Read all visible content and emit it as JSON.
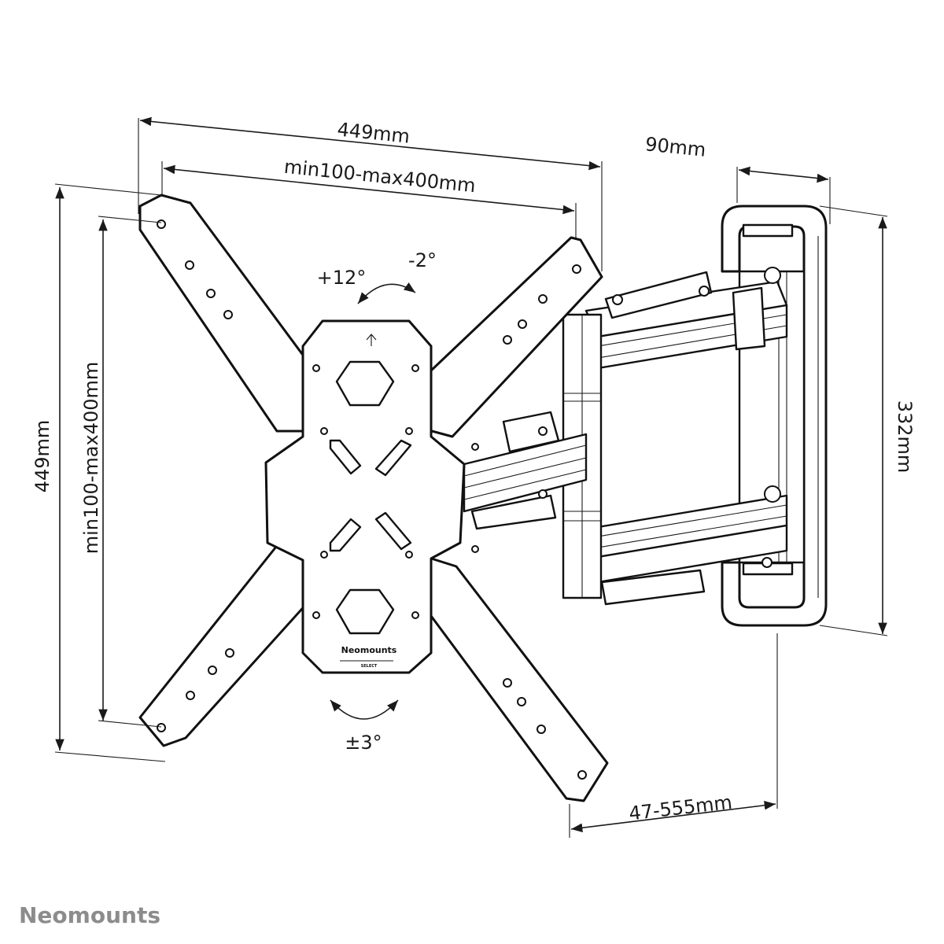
{
  "dimensions": {
    "overall_width": "449mm",
    "vesa_horizontal": "min100-max400mm",
    "depth_wall_plate": "90mm",
    "wall_plate_height": "332mm",
    "overall_height": "449mm",
    "vesa_vertical": "min100-max400mm",
    "extension": "47-555mm"
  },
  "angles": {
    "tilt_up": "+12°",
    "tilt_down": "-2°",
    "rotation": "±3°"
  },
  "plate_logo": {
    "brand": "Neomounts",
    "line": "SELECT"
  },
  "brand": {
    "name": "Neomounts"
  }
}
